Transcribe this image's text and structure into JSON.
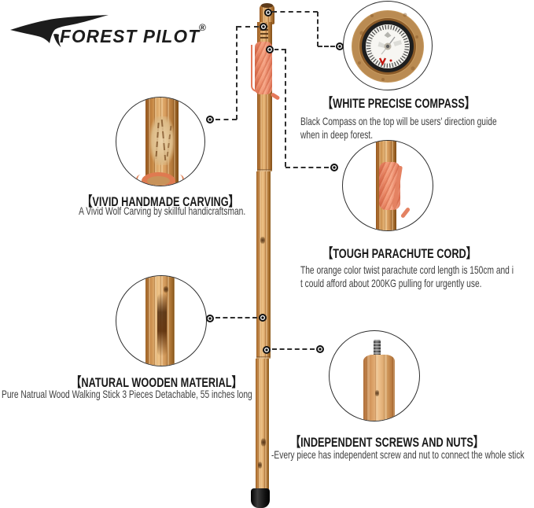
{
  "brand": {
    "name": "FOREST PILOT",
    "registered": "®"
  },
  "callouts": {
    "compass": {
      "heading": "【WHITE PRECISE COMPASS】",
      "lines": [
        "Black Compass on the top will be users' direction guide",
        "when in deep forest."
      ]
    },
    "carving": {
      "heading": "【VIVID HANDMADE CARVING】",
      "lines": [
        "A Vivid Wolf Carving by skillful handicraftsman."
      ]
    },
    "cord": {
      "heading": "【TOUGH PARACHUTE CORD】",
      "lines": [
        "The orange color twist parachute cord length is 150cm and i",
        "t could afford about 200KG pulling for urgently use."
      ]
    },
    "wood": {
      "heading": "【NATURAL WOODEN MATERIAL】",
      "lines": [
        "Pure Natrual Wood Walking Stick 3 Pieces Detachable, 55 inches long"
      ]
    },
    "screws": {
      "heading": "【INDEPENDENT SCREWS AND NUTS】",
      "lines": [
        "-Every piece has independent screw and nut to connect the whole stick"
      ]
    }
  },
  "colors": {
    "cord-orange": "#ED8B6B",
    "wood-mid": "#C98E52",
    "tip-black": "#141414",
    "line-dark": "#2f2f2f",
    "text-body": "#3e3e3e",
    "text-heading": "#191919"
  }
}
